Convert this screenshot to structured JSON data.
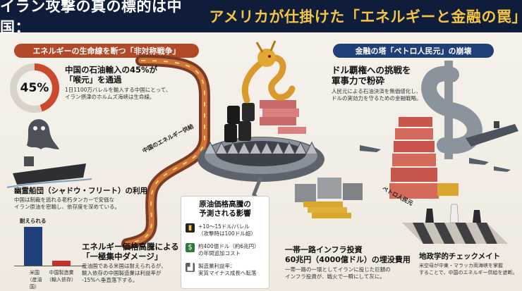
{
  "title": {
    "part1": "イラン攻撃の真の標的は中国：",
    "part2": "アメリカが仕掛けた「エネルギーと金融の罠」"
  },
  "sections": {
    "left_pill": "エネルギーの生命線を断つ「非対称戦争」",
    "right_pill": "金融の塔「ペトロ人民元」の崩壊"
  },
  "import_block": {
    "percent": "45%",
    "headline1": "中国の石油輸入の45%が",
    "headline2": "「喉元」を通過",
    "detail1": "1日1100万バレルを輸入する中国にとって、",
    "detail2": "イラン摂津のホルムズ海峡は生命線。"
  },
  "pipeline_label": "中国のエネルギー供給",
  "ghost_fleet": {
    "headline": "幽霊船団（シャドウ・フリート）の利用",
    "detail1": "中国は制裁を逃れる老朽タンカーで安価な",
    "detail2": "イラン原油を密輸し、依存度を深めている。"
  },
  "bar_chart": {
    "top_label": "耐えられる",
    "categories": [
      {
        "line1": "米国",
        "line2": "（産油国）"
      },
      {
        "line1": "中国製造業",
        "line2": "（輸入依存）"
      }
    ],
    "values": [
      1,
      0.15
    ],
    "colors": [
      "#1e3f77",
      "#c9302c"
    ]
  },
  "energy_price": {
    "headline1": "エネルギー価格高騰による",
    "headline2": "「一極集中ダメージ」",
    "detail1": "産油国である米国は耐えられるが、",
    "detail2": "輸入依存の中国製造業は利益率が",
    "detail3": "-15%へ垂直落下する。"
  },
  "impact_box": {
    "title1": "原油価格高騰の",
    "title2": "予測される影響",
    "items": [
      {
        "line1": "+10〜15ドル/バレル",
        "line2": "（攻撃時は100ドル超）"
      },
      {
        "line1": "約400億ドル（約6兆円）",
        "line2": "の年間追加コスト"
      },
      {
        "line1": "製造業利益率：",
        "line2": "実質マイナス成長へ転落"
      }
    ]
  },
  "dollar_block": {
    "headline1": "ドル覇権への挑戦を",
    "headline2": "軍事力で粉砕",
    "detail1": "人民元による石油決済を無価値化し、",
    "detail2": "ドルの実効力を守るための金融戦略。"
  },
  "petro_label": "ペトロ人民元",
  "bri": {
    "headline1": "一帯一路インフラ投資",
    "headline2": "60兆円（4000億ドル）の埋没費用",
    "detail1": "一帯一路の一環としてイランに投じた巨額の",
    "detail2": "インフラ投資が、戦火で一瞬にして灰に。"
  },
  "checkmate": {
    "headline": "地政学的チェックメイト",
    "detail1": "米空母が中東・マラッカ両海峡を掌握",
    "detail2": "することで、中国のエネルギー供給を遮断。"
  }
}
